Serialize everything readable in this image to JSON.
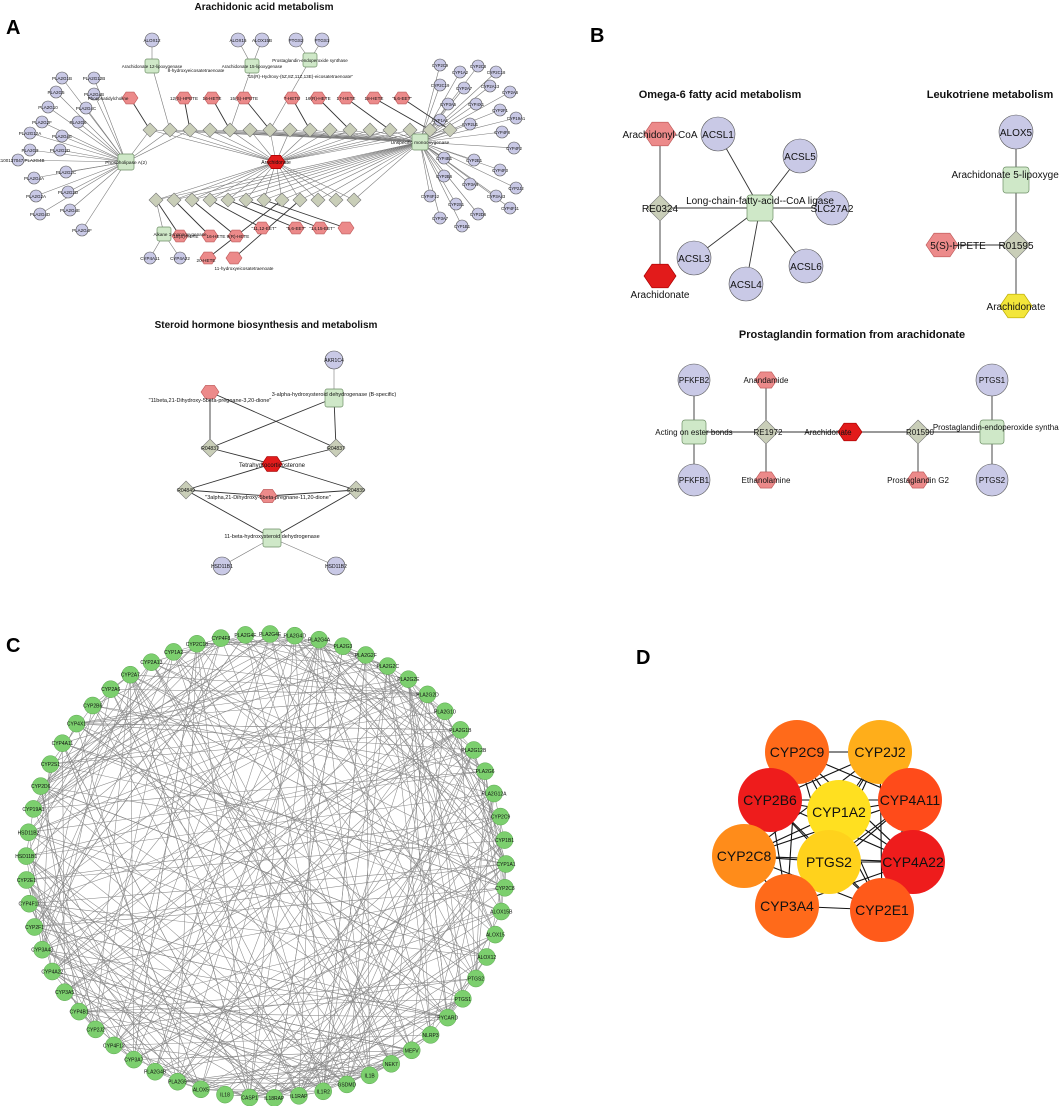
{
  "panels": {
    "A": {
      "letter": "A",
      "title1": "Arachidonic acid metabolism",
      "title2": "Steroid hormone biosynthesis and metabolism",
      "hub": "Arachidonate",
      "pla_enzyme": "Phospholipase A(2)",
      "cyp_enzyme": "Unspecific monooxygenase",
      "top_enzymes": [
        "Arachidonate 12-lipoxygenase",
        "Arachidonate 15-lipoxygenase",
        "Prostaglandin-endoperoxide synthase"
      ],
      "top_genes": [
        "ALOX12",
        "ALOX15",
        "ALOX15B",
        "PTGS2",
        "PTGS1"
      ],
      "pla_genes": [
        "PLA2G1B",
        "PLA2G12B",
        "PLA2G5",
        "PLA2G10",
        "PLA2G2F",
        "PLA2G12A",
        "PLA2G3",
        "PLA2G4C",
        "PLA2G6",
        "PLA2G2D",
        "PLA2G4A",
        "PLA2G2A",
        "PLA2G4E",
        "PLA2G4D",
        "PLA2G2C",
        "PLA2G4F",
        "PLA2G4B",
        "LOC100137047,PLA2G4B"
      ],
      "cyp_genes": [
        "CYP2C9",
        "CYP1A2",
        "CYP2C8",
        "CYP2C18",
        "CYP2C19",
        "CYP2A7",
        "CYP2A13",
        "CYP2A6",
        "CYP3A5",
        "CYP4X1",
        "CYP2F1",
        "CYP19A1",
        "CYP1A1",
        "CYP2U1",
        "CYP4F8",
        "CYP4F2",
        "CYP4B1",
        "CYP2E1",
        "CYP4F3",
        "CYP2J2",
        "CYP2B6",
        "CYP3A4",
        "CYP3A43",
        "CYP4F11",
        "CYP4F12",
        "CYP2S1",
        "CYP2D6",
        "CYP3A7",
        "CYP1B1"
      ],
      "top_metabs": [
        "Phosphatidylcholine",
        "12(S)-HPETE",
        "16-HETE",
        "15(S)-HPETE",
        "7-HETE",
        "16(R)-HETE",
        "17-HETE",
        "18-HETE",
        "\"5,6-EET\"",
        "8-hydroxyeicosatetraenoate",
        "\"15(R)-Hydroxy-(5Z,8Z,11Z,13E)-eicosatetraenoate\""
      ],
      "bottom_metabs": [
        "18(S)-HETE",
        "16-HETE",
        "9(R)-HETE",
        "\"11,12-EET\"",
        "\"5,6-EET\"",
        "\"14,15-EET\"",
        "20-HETE",
        "11-hydroxyeicosatetraenoate"
      ],
      "alkane_enzyme": "Alkane 1-monooxygenase",
      "alkane_genes": [
        "CYP4A11",
        "CYP4A22"
      ],
      "steroid_hub": "Tetrahydrocorticosterone",
      "steroid_m1": "\"11beta,21-Dihydroxy-5beta-pregnane-3,20-dione\"",
      "steroid_m2": "\"3alpha,21-Dihydroxy-5beta-pregnane-11,20-dione\"",
      "steroid_e1": "3-alpha-hydroxysteroid dehydrogenase (B-specific)",
      "steroid_e2": "11-beta-hydroxysteroid dehydrogenase",
      "steroid_genes": [
        "AKR1C4",
        "HSD11B1",
        "HSD11B2"
      ],
      "steroid_rxns": [
        "R04837",
        "R04837",
        "R04849",
        "R04839"
      ]
    },
    "B": {
      "letter": "B",
      "title1": "Omega-6 fatty acid metabolism",
      "title2": "Leukotriene metabolism",
      "title3": "Prostaglandin formation from arachidonate",
      "o6_metab1": "Arachidonyl-CoA",
      "o6_metab2": "Arachidonate",
      "o6_rxn": "RE0324",
      "o6_enzyme": "Long-chain-fatty-acid--CoA ligase",
      "o6_genes": [
        "ACSL1",
        "ACSL5",
        "SLC27A2",
        "ACSL6",
        "ACSL4",
        "ACSL3"
      ],
      "lt_gene": "ALOX5",
      "lt_enzyme": "Arachidonate 5-lipoxygenase",
      "lt_rxn": "R01595",
      "lt_metab1": "5(S)-HPETE",
      "lt_metab2": "Arachidonate",
      "pg_genes_left": [
        "PFKFB2",
        "PFKFB1"
      ],
      "pg_enzyme_left": "Acting on ester bonds",
      "pg_metabs": [
        "Anandamide",
        "Ethanolamine",
        "Arachidonate",
        "Prostaglandin G2"
      ],
      "pg_rxn1": "RE1972",
      "pg_rxn2": "R01590",
      "pg_enzyme_right": "Prostaglandin-endoperoxide synthase",
      "pg_genes_right": [
        "PTGS1",
        "PTGS2"
      ]
    },
    "C": {
      "letter": "C",
      "nodes": [
        "PLA2G4D",
        "PLA2G4A",
        "PLA2G3",
        "PLA2G2F",
        "PLA2G2C",
        "PLA2G2E",
        "PLA2G2D",
        "PLA2G10",
        "PLA2G1B",
        "PLA2G12B",
        "PLA2G6",
        "PLA2G12A",
        "CYP2C9",
        "CYP1B1",
        "CYP1A1",
        "CYP2C8",
        "ALOX15B",
        "ALOX15",
        "ALOX12",
        "PTGS2",
        "PTGS1",
        "PYCARD",
        "NLRP3",
        "MEFV",
        "NEK7",
        "IL1B",
        "GSDMD",
        "IL1R2",
        "IL1RAP",
        "IL18RAP",
        "CASP1",
        "IL18",
        "ALOX5",
        "PLA2G5",
        "PLA2G4B",
        "CYP3A7",
        "CYP4F12",
        "CYP2J2",
        "CYP4B1",
        "CYP3A5",
        "CYP4A22",
        "CYP3A43",
        "CYP2F1",
        "CYP4F11",
        "CYP2E1",
        "HSD11B1",
        "HSD11B2",
        "CYP19A1",
        "CYP2D6",
        "CYP2S1",
        "CYP4A11",
        "CYP4X1",
        "CYP2B6",
        "CYP2A6",
        "CYP2A7",
        "CYP2A13",
        "CYP1A2",
        "CYP2C18",
        "CYP4F8",
        "PLA2G4F",
        "PLA2G4E"
      ]
    },
    "D": {
      "letter": "D",
      "nodes": [
        {
          "name": "CYP2C9",
          "color": "#ff6a1a"
        },
        {
          "name": "CYP2J2",
          "color": "#ffae1a"
        },
        {
          "name": "CYP2B6",
          "color": "#ee1c1c"
        },
        {
          "name": "CYP4A11",
          "color": "#ff4b1a"
        },
        {
          "name": "CYP1A2",
          "color": "#ffe020"
        },
        {
          "name": "CYP2C8",
          "color": "#ff8c1a"
        },
        {
          "name": "PTGS2",
          "color": "#ffd21c"
        },
        {
          "name": "CYP4A22",
          "color": "#ee1c1c"
        },
        {
          "name": "CYP3A4",
          "color": "#ff6a1a"
        },
        {
          "name": "CYP2E1",
          "color": "#ff5a1a"
        }
      ]
    }
  }
}
